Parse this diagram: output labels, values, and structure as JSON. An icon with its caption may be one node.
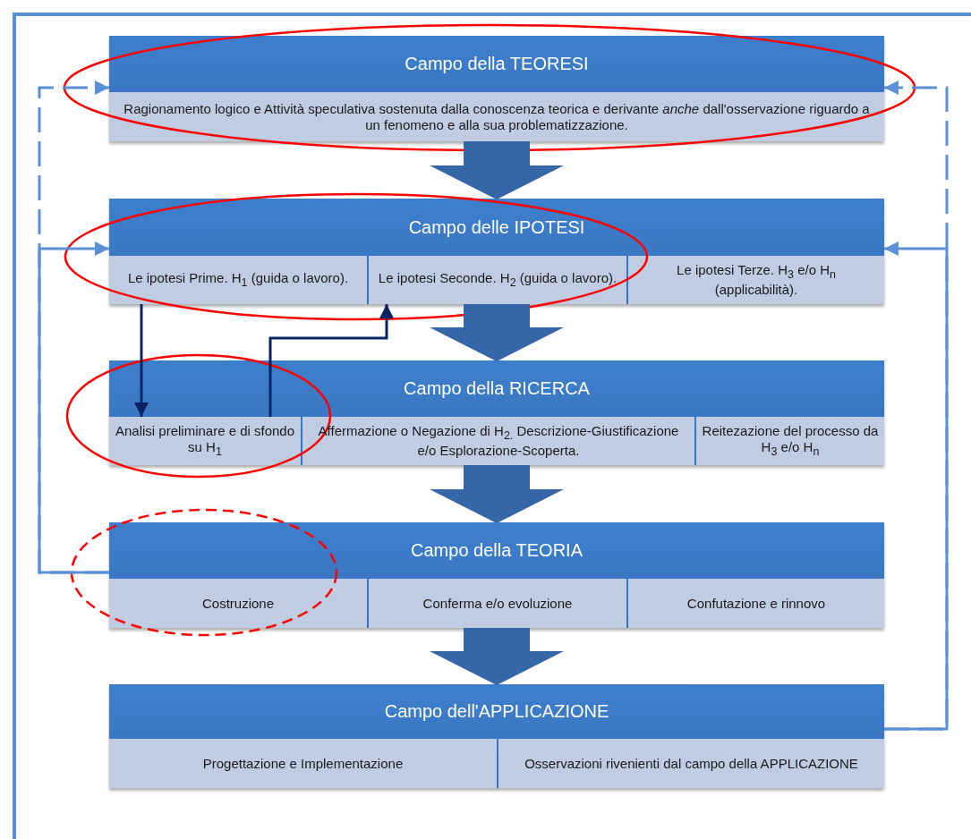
{
  "diagram": {
    "nodes": [
      {
        "text": [
          "Campo della TEORESI"
        ]
      },
      {
        "text": [
          "Ragionamento logico e Attività speculativa sostenuta dalla conoscenza teorica e derivante *anche* dall'osservazione riguardo a un fenomeno e alla sua problematizzazione."
        ],
        "in": 0
      },
      {
        "text": [
          "Campo delle IPOTESI"
        ]
      },
      {
        "text": [
          "Le ipotesi Prime. H$_{1}$ (guida o lavoro)."
        ],
        "in": 2
      },
      {
        "text": [
          "Le ipotesi Seconde. H$_{2}$ (guida o lavoro)."
        ],
        "in": 2
      },
      {
        "text": [
          "Le ipotesi Terze. H$_{3}$ e/o H$_{n}$ (applicabilità)."
        ],
        "in": 2
      },
      {
        "text": [
          "Campo della RICERCA"
        ]
      },
      {
        "text": [
          "Analisi preliminare e di sfondo su H$_{1}$"
        ],
        "in": 6
      },
      {
        "text": [
          "Affermazione o Negazione di H$_{2.}$ Descrizione-Giustificazione e/o Esplorazione-Scoperta."
        ],
        "in": 6
      },
      {
        "text": [
          "Reitezazione del processo da H$_{3}$ e/o H$_{n}$"
        ],
        "in": 6
      },
      {
        "text": [
          "Campo della TEORIA"
        ]
      },
      {
        "text": [
          "Costruzione"
        ],
        "in": 10
      },
      {
        "text": [
          "Conferma e/o evoluzione"
        ],
        "in": 10
      },
      {
        "text": [
          "Confutazione e rinnovo"
        ],
        "in": 10
      },
      {
        "text": [
          "Campo dell'APPLICAZIONE"
        ]
      },
      {
        "text": [
          "Progettazione e Implementazione"
        ],
        "in": 14
      },
      {
        "text": [
          "Osservazioni rivenienti dal campo della APPLICAZIONE"
        ],
        "in": 14
      }
    ],
    "edges": [
      {
        "from": 0,
        "to": 2,
        "arrow": "to",
        "style": "thick"
      },
      {
        "from": 2,
        "to": 6,
        "arrow": "to",
        "style": "thick"
      },
      {
        "from": 6,
        "to": 10,
        "arrow": "to",
        "style": "thick"
      },
      {
        "from": 10,
        "to": 14,
        "arrow": "to",
        "style": "thick"
      },
      {
        "from": 10,
        "to": 0,
        "arrow": "to",
        "style": "dashed",
        "color": "#5b8fd6"
      },
      {
        "from": 10,
        "to": 2,
        "arrow": "to",
        "color": "#5b8fd6"
      },
      {
        "from": 14,
        "to": 0,
        "arrow": "to",
        "style": "dashed",
        "color": "#5b8fd6"
      },
      {
        "from": 14,
        "to": 2,
        "arrow": "to",
        "color": "#5b8fd6"
      },
      {
        "from": 3,
        "to": 7,
        "arrow": "to",
        "color": "#0a2463"
      },
      {
        "from": 7,
        "to": 4,
        "arrow": "to",
        "color": "#0a2463"
      }
    ]
  }
}
